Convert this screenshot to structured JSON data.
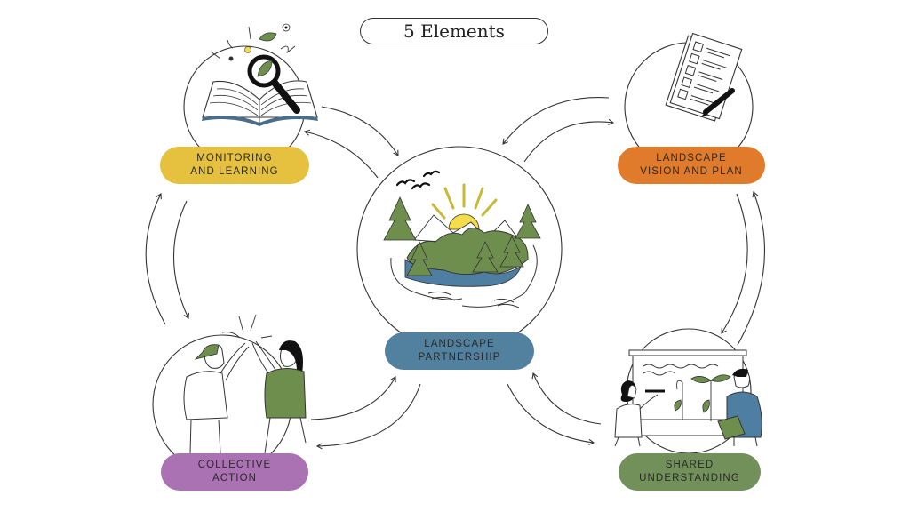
{
  "title": "5 Elements",
  "colors": {
    "monitoring": "#e6c13f",
    "vision": "#df7b2b",
    "partnership": "#52809f",
    "collective": "#ab72b3",
    "shared": "#72905a",
    "line": "#333333",
    "tree_green": "#6e8e4e",
    "water_blue": "#4f7ea3",
    "sun_yellow": "#f4dd4a"
  },
  "elements": [
    {
      "id": "monitoring",
      "line1": "MONITORING",
      "line2": "AND LEARNING",
      "icon": "book-magnifier-icon"
    },
    {
      "id": "vision",
      "line1": "LANDSCAPE",
      "line2": "VISION AND PLAN",
      "icon": "checklist-pencil-icon"
    },
    {
      "id": "partnership",
      "line1": "LANDSCAPE",
      "line2": "PARTNERSHIP",
      "icon": "landscape-hands-icon"
    },
    {
      "id": "collective",
      "line1": "COLLECTIVE",
      "line2": "ACTION",
      "icon": "high-five-icon"
    },
    {
      "id": "shared",
      "line1": "SHARED",
      "line2": "UNDERSTANDING",
      "icon": "presentation-plants-icon"
    }
  ]
}
